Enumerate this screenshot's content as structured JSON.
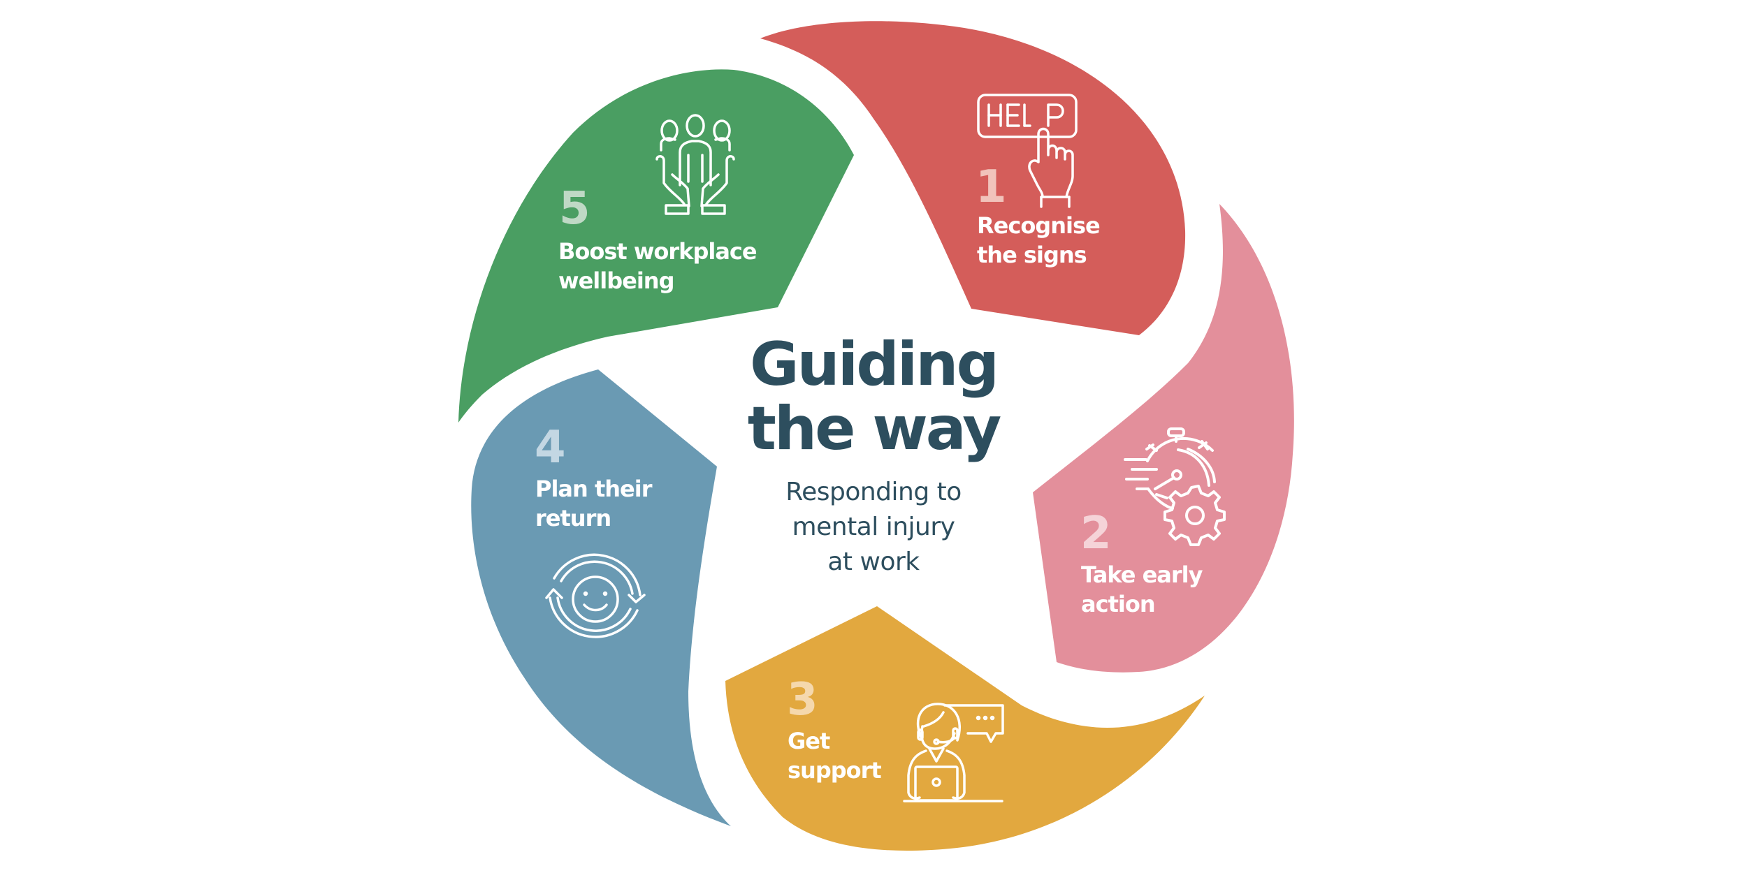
{
  "center": {
    "title_line1": "Guiding",
    "title_line2": "the way",
    "subtitle_line1": "Responding to",
    "subtitle_line2": "mental injury",
    "subtitle_line3": "at work"
  },
  "steps": [
    {
      "number": "1",
      "line1": "Recognise",
      "line2": "the signs",
      "icon": "help-button-hand-icon",
      "icon_text": "HELP",
      "color": "#d45d5a",
      "number_color": "#f1c3bb"
    },
    {
      "number": "2",
      "line1": "Take early",
      "line2": "action",
      "icon": "stopwatch-gear-icon",
      "color": "#e38f9b",
      "number_color": "#f5d3d8"
    },
    {
      "number": "3",
      "line1": "Get",
      "line2": "support",
      "icon": "headset-support-person-icon",
      "color": "#e2a83f",
      "number_color": "#f5d8ad"
    },
    {
      "number": "4",
      "line1": "Plan their",
      "line2": "return",
      "icon": "smiley-cycle-icon",
      "color": "#6a9ab3",
      "number_color": "#c3d7e3"
    },
    {
      "number": "5",
      "line1": "Boost workplace",
      "line2": "wellbeing",
      "icon": "people-in-hands-icon",
      "color": "#4a9e62",
      "number_color": "#bfd9c5"
    }
  ],
  "colors": {
    "title": "#2d4e5e",
    "background": "#ffffff"
  }
}
